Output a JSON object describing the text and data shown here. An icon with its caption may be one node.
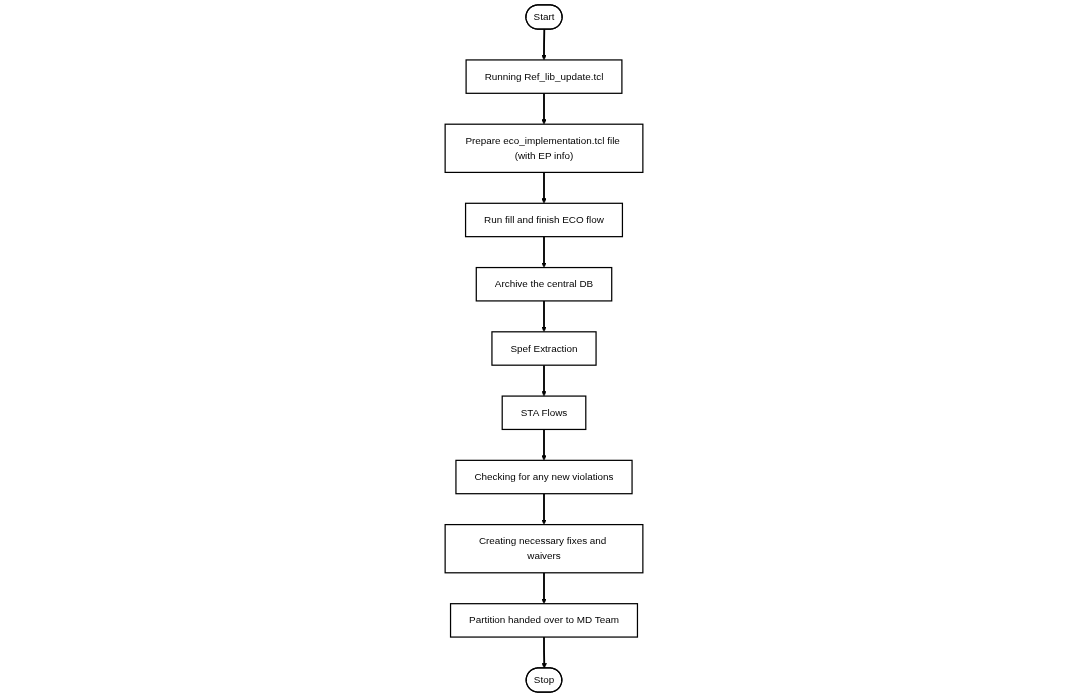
{
  "diagram": {
    "nodes": [
      {
        "text": [
          "Start"
        ]
      },
      {
        "text": [
          "Running Ref_lib_update.tcl"
        ]
      },
      {
        "text": [
          "Prepare eco_implementation.tcl file (with EP info)"
        ]
      },
      {
        "text": [
          "Run fill and finish ECO flow"
        ]
      },
      {
        "text": [
          "Archive the central DB"
        ]
      },
      {
        "text": [
          "Spef Extraction"
        ]
      },
      {
        "text": [
          "STA Flows"
        ]
      },
      {
        "text": [
          "Checking for any new violations"
        ]
      },
      {
        "text": [
          "Creating necessary fixes and waivers"
        ]
      },
      {
        "text": [
          "Partition handed over to MD Team"
        ]
      },
      {
        "text": [
          "Stop"
        ]
      }
    ],
    "edges": [
      {
        "from": 0,
        "to": 1,
        "arrow": "to"
      },
      {
        "from": 1,
        "to": 2,
        "arrow": "to"
      },
      {
        "from": 2,
        "to": 3,
        "arrow": "to"
      },
      {
        "from": 3,
        "to": 4,
        "arrow": "to"
      },
      {
        "from": 4,
        "to": 5,
        "arrow": "to"
      },
      {
        "from": 5,
        "to": 6,
        "arrow": "to"
      },
      {
        "from": 6,
        "to": 7,
        "arrow": "to"
      },
      {
        "from": 7,
        "to": 8,
        "arrow": "to"
      },
      {
        "from": 8,
        "to": 9,
        "arrow": "to"
      },
      {
        "from": 9,
        "to": 10,
        "arrow": "to"
      }
    ]
  }
}
